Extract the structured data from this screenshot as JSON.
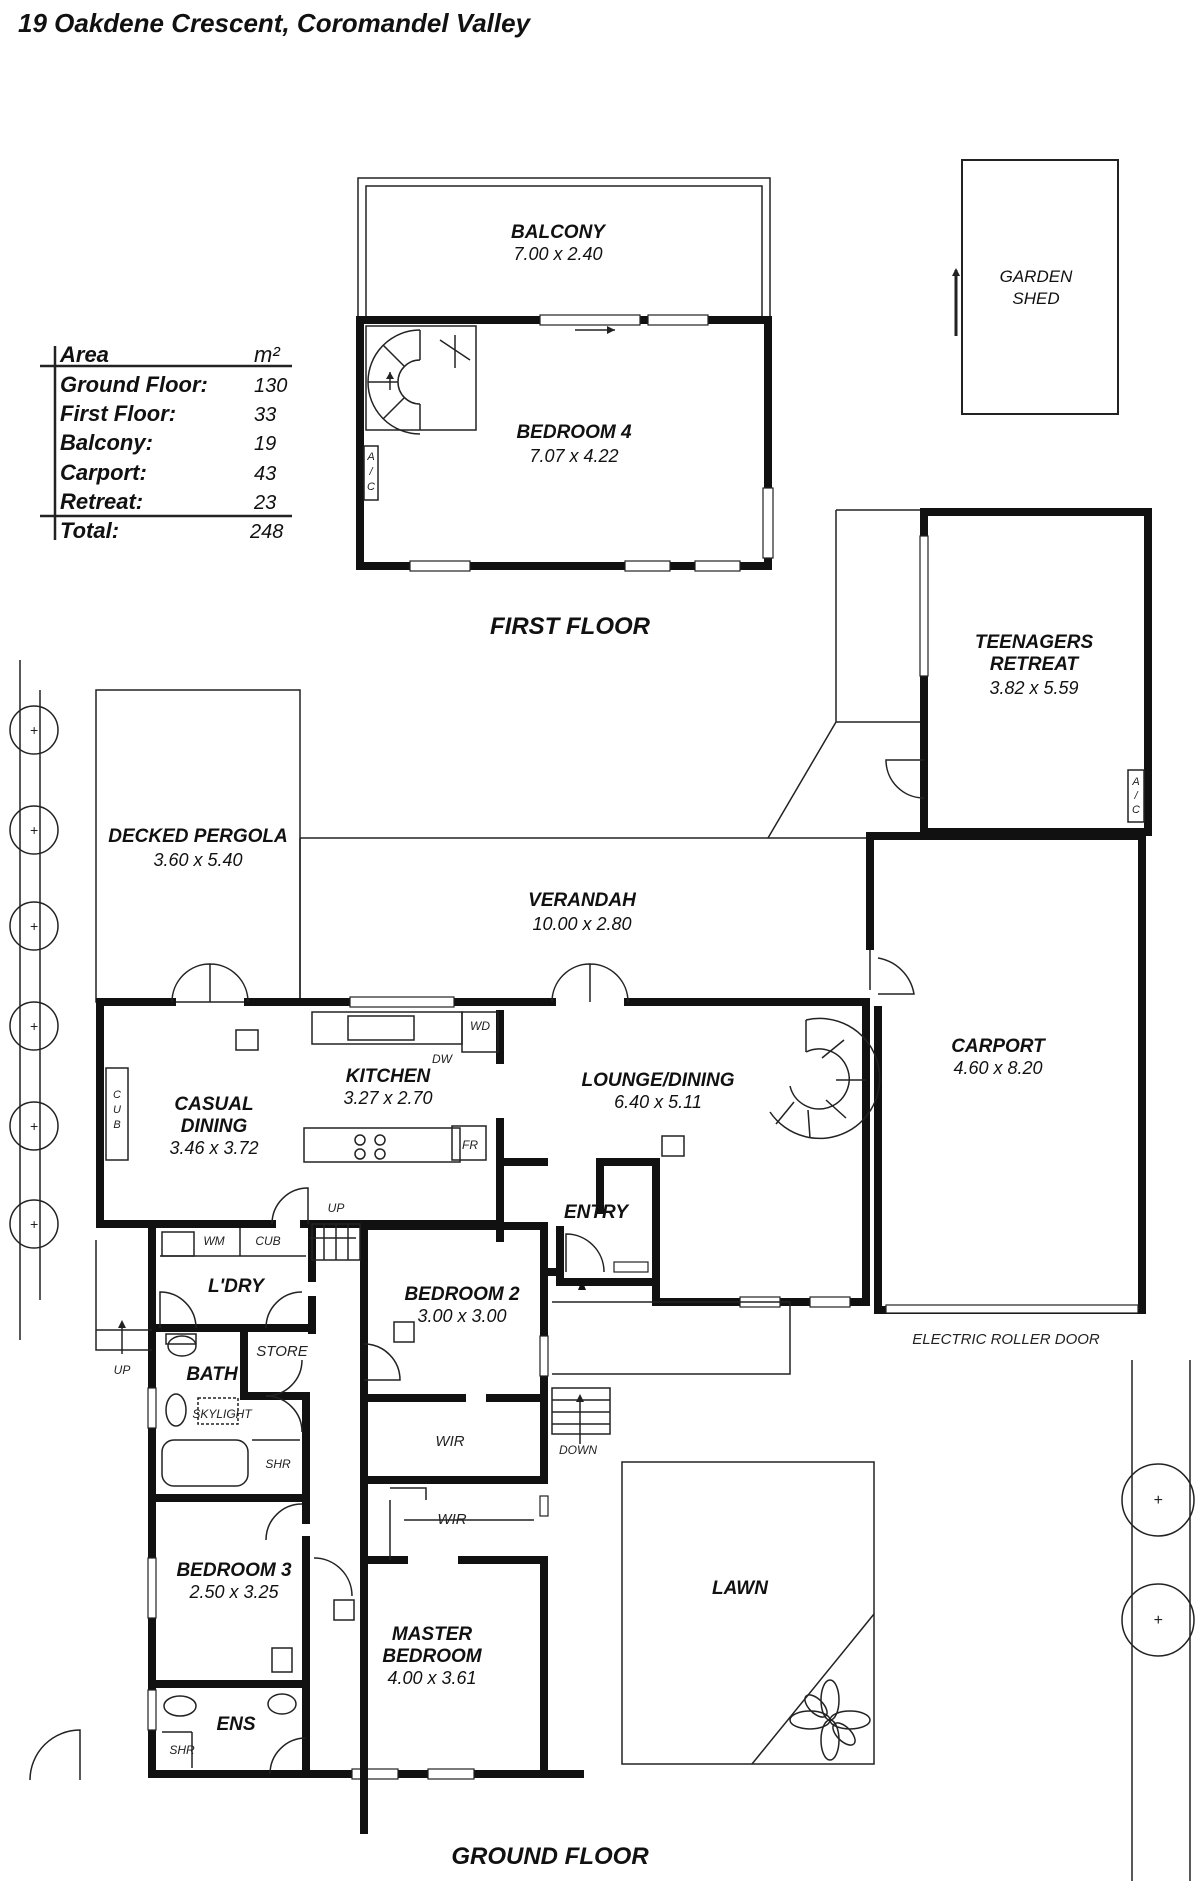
{
  "title": "19 Oakdene Crescent, Coromandel Valley",
  "area_table": {
    "header": "Area",
    "unit": "m²",
    "rows": [
      {
        "label": "Ground Floor:",
        "value": "130"
      },
      {
        "label": "First Floor:",
        "value": "33"
      },
      {
        "label": "Balcony:",
        "value": "19"
      },
      {
        "label": "Carport:",
        "value": "43"
      },
      {
        "label": "Retreat:",
        "value": "23"
      }
    ],
    "total_label": "Total:",
    "total_value": "248"
  },
  "first_floor": {
    "heading": "FIRST FLOOR",
    "balcony": {
      "name": "BALCONY",
      "dims": "7.00 x 2.40"
    },
    "bedroom4": {
      "name": "BEDROOM 4",
      "dims": "7.07 x 4.22"
    },
    "ac": [
      "A",
      "/",
      "C"
    ]
  },
  "garden_shed": {
    "line1": "GARDEN",
    "line2": "SHED"
  },
  "ground_floor": {
    "heading": "GROUND FLOOR",
    "rooms": {
      "decked_pergola": {
        "name": "DECKED PERGOLA",
        "dims": "3.60 x 5.40"
      },
      "verandah": {
        "name": "VERANDAH",
        "dims": "10.00 x 2.80"
      },
      "teen_retreat": {
        "line1": "TEENAGERS",
        "line2": "RETREAT",
        "dims": "3.82 x 5.59"
      },
      "carport": {
        "name": "CARPORT",
        "dims": "4.60 x 8.20"
      },
      "casual_dining": {
        "line1": "CASUAL",
        "line2": "DINING",
        "dims": "3.46 x 3.72"
      },
      "kitchen": {
        "name": "KITCHEN",
        "dims": "3.27 x 2.70"
      },
      "lounge": {
        "name": "LOUNGE/DINING",
        "dims": "6.40 x 5.11"
      },
      "entry": {
        "name": "ENTRY"
      },
      "laundry": {
        "name": "L'DRY"
      },
      "bath": {
        "name": "BATH"
      },
      "bedroom2": {
        "name": "BEDROOM 2",
        "dims": "3.00 x 3.00"
      },
      "bedroom3": {
        "name": "BEDROOM 3",
        "dims": "2.50 x 3.25"
      },
      "master": {
        "line1": "MASTER",
        "line2": "BEDROOM",
        "dims": "4.00 x 3.61"
      },
      "ens": {
        "name": "ENS"
      },
      "lawn": {
        "name": "LAWN"
      }
    },
    "small_labels": {
      "wd": "WD",
      "dw": "DW",
      "fr": "FR",
      "wm": "WM",
      "cub": "CUB",
      "cub_v": [
        "C",
        "U",
        "B"
      ],
      "ac_v": [
        "A",
        "/",
        "C"
      ],
      "store": "STORE",
      "skylight": "SKYLIGHT",
      "shr": "SHR",
      "wir": "WIR",
      "up": "UP",
      "down": "DOWN",
      "roller_door": "ELECTRIC ROLLER DOOR"
    }
  }
}
